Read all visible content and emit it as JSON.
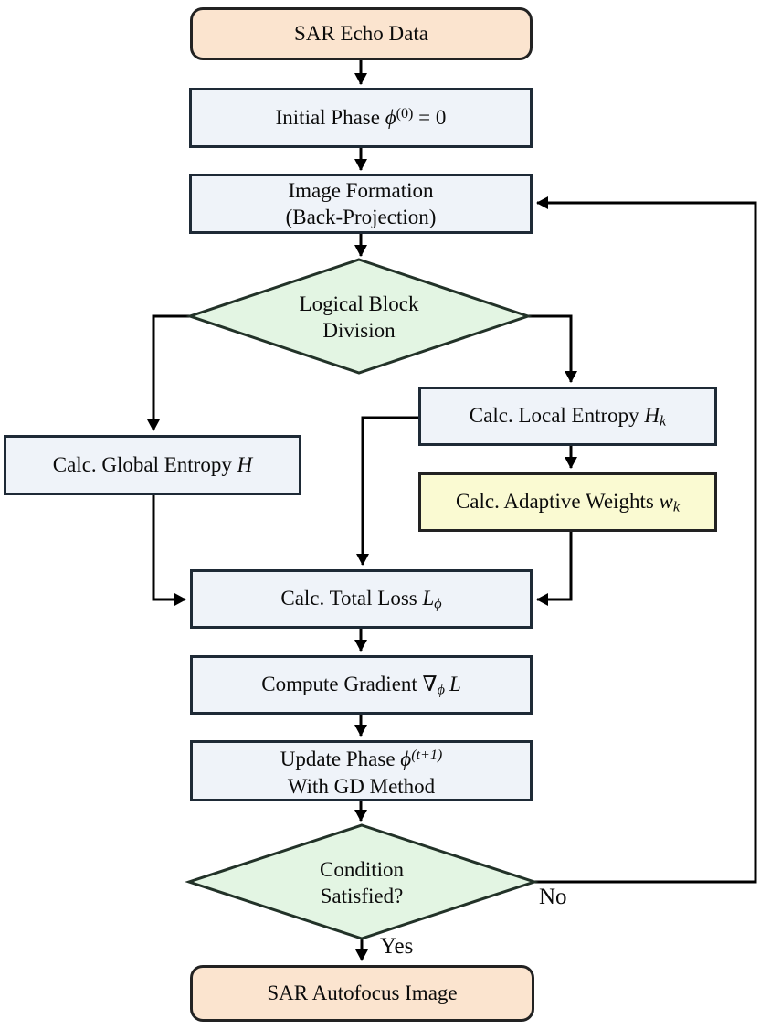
{
  "nodes": {
    "sar_echo": {
      "label": "SAR Echo Data"
    },
    "init_phase": {
      "pre": "Initial Phase ",
      "phi": "ϕ",
      "sup": "(0)",
      "post": " = 0"
    },
    "image_formation": {
      "line1": "Image Formation",
      "line2": "(Back-Projection)"
    },
    "logical_block": {
      "line1": "Logical Block",
      "line2": "Division"
    },
    "global_entropy": {
      "pre": "Calc. Global Entropy ",
      "var": "H"
    },
    "local_entropy": {
      "pre": "Calc. Local Entropy ",
      "var": "H",
      "sub": "k"
    },
    "adaptive_weights": {
      "pre": "Calc. Adaptive Weights ",
      "var": "w",
      "sub": "k"
    },
    "total_loss": {
      "pre": "Calc. Total Loss ",
      "var": "L",
      "sub": "ϕ"
    },
    "compute_gradient": {
      "pre": "Compute Gradient ",
      "nabla": "∇",
      "sub": "ϕ",
      "var": "L"
    },
    "update_phase": {
      "pre": "Update Phase ",
      "phi": "ϕ",
      "sup": "(t+1)",
      "line2": "With GD Method"
    },
    "condition": {
      "line1": "Condition",
      "line2": "Satisfied?"
    },
    "sar_autofocus": {
      "label": "SAR Autofocus Image"
    }
  },
  "edge_labels": {
    "no": "No",
    "yes": "Yes"
  },
  "colors": {
    "terminal_fill": "#fbe4cf",
    "process_fill": "#eff3f9",
    "decision_fill": "#e3f5e3",
    "highlight_fill": "#fafad2",
    "process_border": "#1e2a36",
    "shape_border": "#222222",
    "arrow": "#000000",
    "text": "#0b0b0b"
  }
}
